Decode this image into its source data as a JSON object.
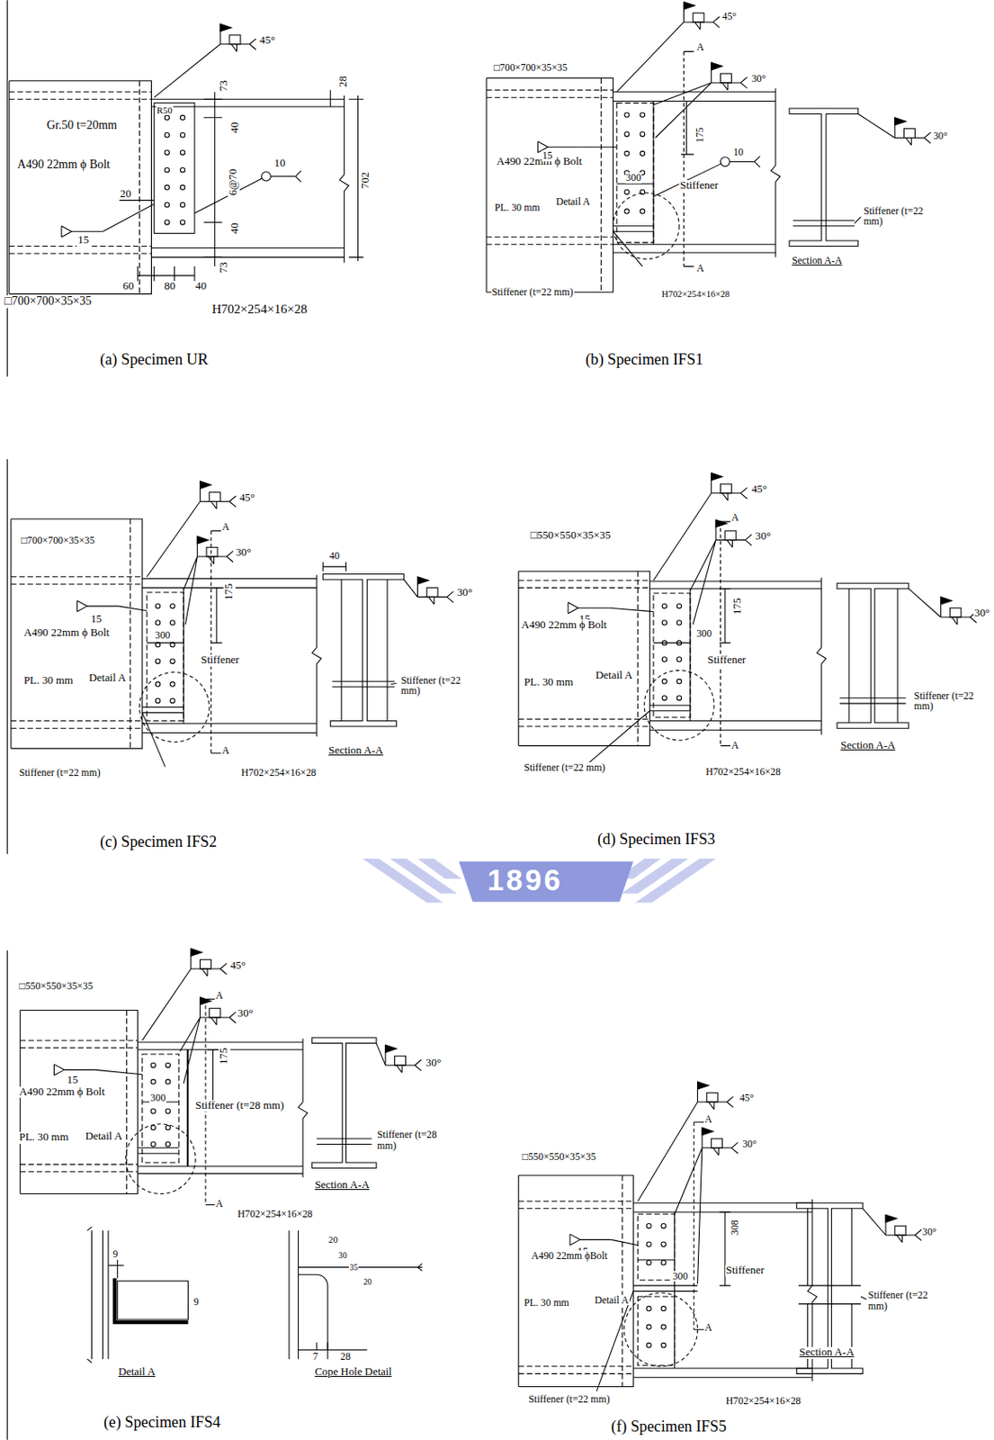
{
  "diagram": {
    "labels": [
      "45°",
      "73",
      "28",
      "R50",
      "Gr.50 t=20mm",
      "40",
      "A490 22mm ϕ Bolt",
      "6@70",
      "702",
      "10",
      "20",
      "15",
      "40",
      "73",
      "60",
      "80",
      "40",
      "□700×700×35×35",
      "H702×254×16×28",
      "(a) Specimen UR",
      "45°",
      "□700×700×35×35",
      "A",
      "30°",
      "175",
      "A490 22mm ϕ Bolt",
      "15",
      "300",
      "10",
      "Stiffener",
      "30°",
      "PL. 30 mm",
      "Detail A",
      "Stiffener (t=22 mm)",
      "A",
      "Section A-A",
      "Stiffener (t=22 mm)",
      "H702×254×16×28",
      "(b) Specimen IFS1",
      "45°",
      "A",
      "□700×700×35×35",
      "30°",
      "40",
      "30°",
      "175",
      "15",
      "A490 22mm ϕ Bolt",
      "300",
      "Stiffener",
      "PL. 30 mm",
      "Detail A",
      "Stiffener (t=22 mm)",
      "Section A-A",
      "A",
      "Stiffener (t=22 mm)",
      "H702×254×16×28",
      "(c) Specimen IFS2",
      "45°",
      "A",
      "□550×550×35×35",
      "30°",
      "175",
      "15",
      "30°",
      "A490 22mm ϕ Bolt",
      "300",
      "Stiffener",
      "PL. 30 mm",
      "Detail A",
      "Stiffener (t=22 mm)",
      "A",
      "Section A-A",
      "Stiffener (t=22 mm)",
      "H702×254×16×28",
      "(d) Specimen IFS3",
      "1896",
      "45°",
      "A",
      "□550×550×35×35",
      "30°",
      "175",
      "30°",
      "15",
      "A490 22mm ϕ Bolt",
      "300",
      "Stiffener (t=28 mm)",
      "PL. 30 mm",
      "Detail A",
      "Stiffener (t=28 mm)",
      "Section A-A",
      "A",
      "H702×254×16×28",
      "9",
      "9",
      "20",
      "30",
      "35",
      "20",
      "7",
      "28",
      "Detail A",
      "Cope Hole Detail",
      "(e) Specimen IFS4",
      "45°",
      "A",
      "□550×550×35×35",
      "30°",
      "30°",
      "308",
      "15",
      "A490 22mm ϕBolt",
      "300",
      "Stiffener",
      "PL. 30 mm",
      "Detail A",
      "Stiffener (t=22 mm)",
      "A",
      "Section A-A",
      "Stiffener (t=22 mm)",
      "H702×254×16×28",
      "(f) Specimen IFS5"
    ]
  }
}
